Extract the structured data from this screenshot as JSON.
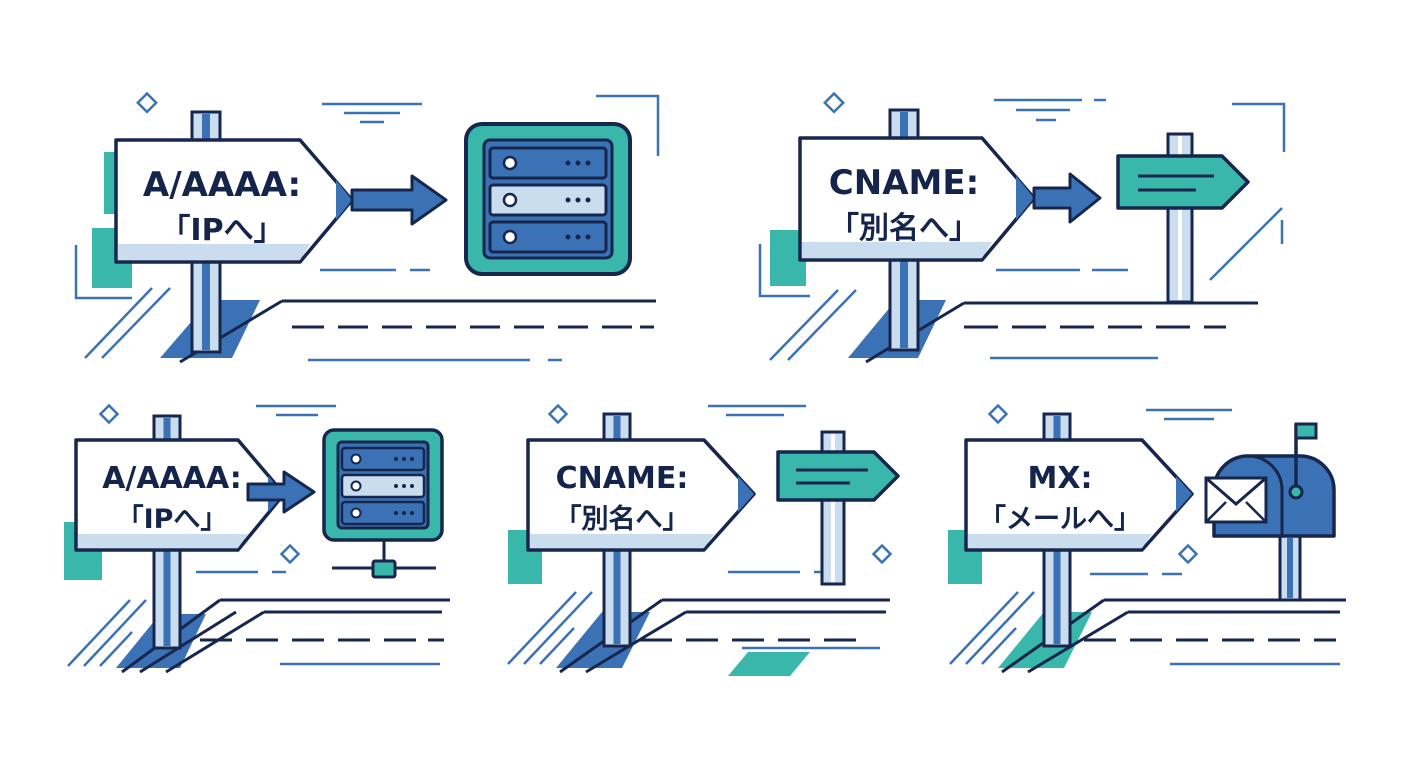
{
  "colors": {
    "navy": "#17264d",
    "blue": "#3b72b6",
    "light_blue": "#c9ddef",
    "teal": "#39b7ab",
    "white": "#ffffff"
  },
  "panels": [
    {
      "id": "a-record-large",
      "line1": "A/AAAA:",
      "line2": "「IPへ」",
      "destination": "server-icon"
    },
    {
      "id": "cname-large",
      "line1": "CNAME:",
      "line2": "「別名へ」",
      "destination": "direction-sign-icon"
    },
    {
      "id": "a-record-small",
      "line1": "A/AAAA:",
      "line2": "「IPへ」",
      "destination": "server-icon"
    },
    {
      "id": "cname-small",
      "line1": "CNAME:",
      "line2": "「別名へ」",
      "destination": "direction-sign-icon"
    },
    {
      "id": "mx-small",
      "line1": "MX:",
      "line2": "「メールへ」",
      "destination": "mailbox-icon"
    }
  ]
}
